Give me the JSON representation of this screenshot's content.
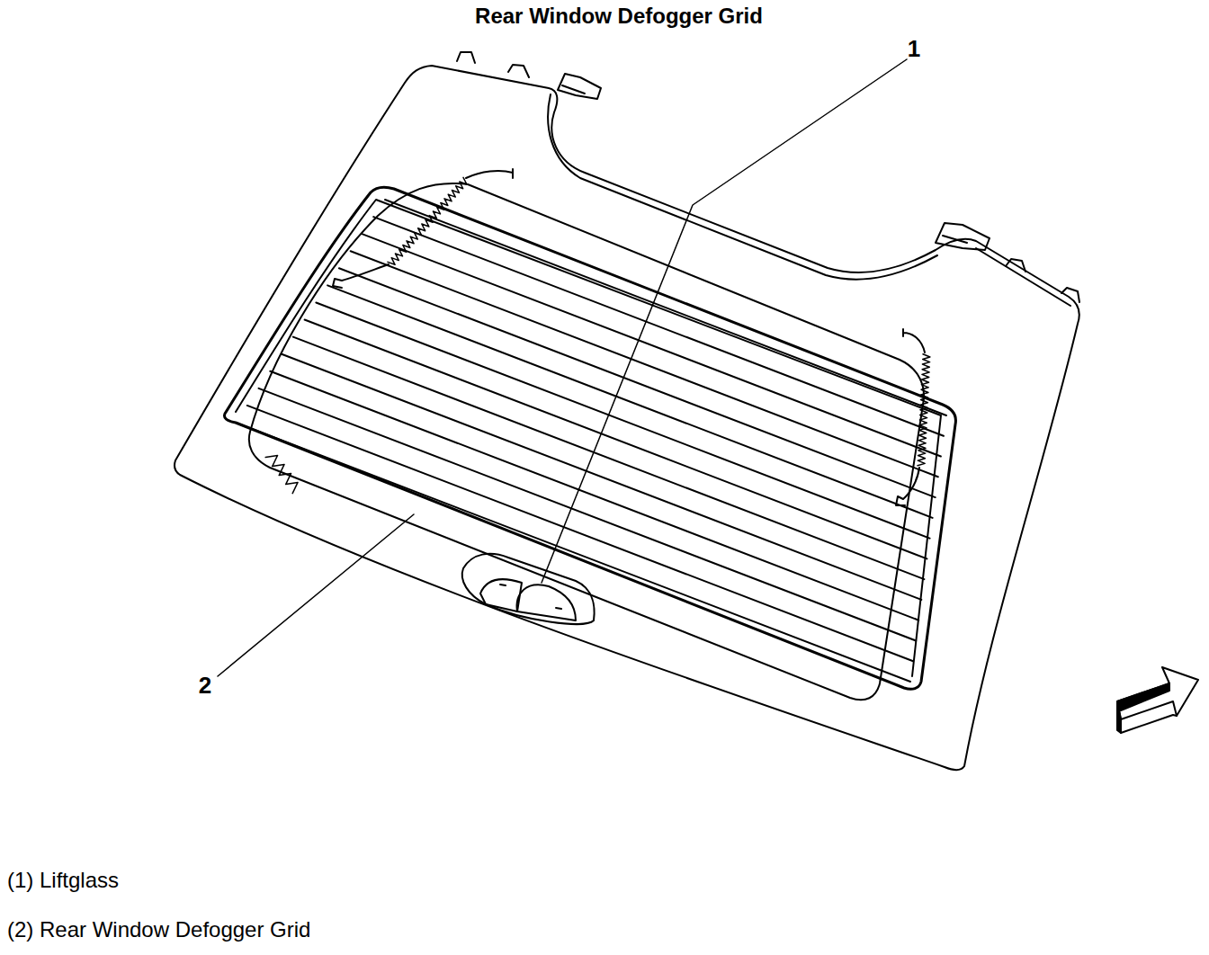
{
  "diagram": {
    "title": "Rear Window Defogger Grid",
    "labels": [
      "1",
      "2",
      "(1) Liftglass",
      "(2) Rear Window Defogger Grid"
    ]
  }
}
